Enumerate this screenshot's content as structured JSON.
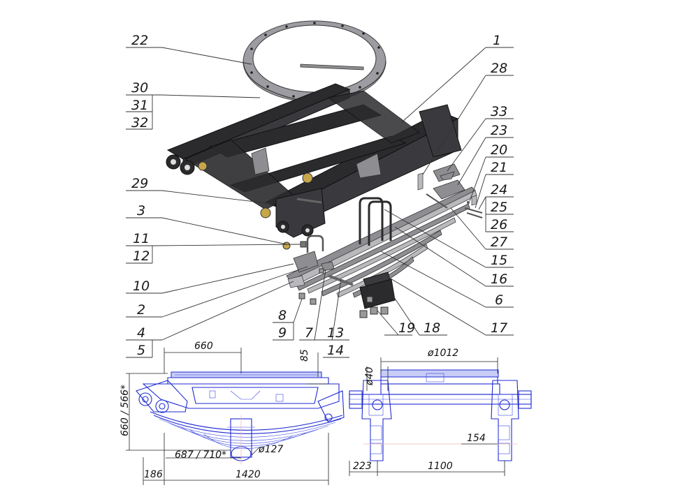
{
  "callouts": {
    "c1": "1",
    "c2": "2",
    "c3": "3",
    "c4": "4",
    "c5": "5",
    "c6": "6",
    "c7": "7",
    "c8": "8",
    "c9": "9",
    "c10": "10",
    "c11": "11",
    "c12": "12",
    "c13": "13",
    "c14": "14",
    "c15": "15",
    "c16": "16",
    "c17": "17",
    "c18": "18",
    "c19": "19",
    "c20": "20",
    "c21": "21",
    "c22": "22",
    "c23": "23",
    "c24": "24",
    "c25": "25",
    "c26": "26",
    "c27": "27",
    "c28": "28",
    "c29": "29",
    "c30": "30",
    "c31": "31",
    "c32": "32",
    "c33": "33"
  },
  "side_view_dims": {
    "top_length": "660",
    "height_offset": "85",
    "vertical_height": "660 / 566*",
    "spring_span": "687 / 710*",
    "axle_diameter": "ø127",
    "front_offset": "186",
    "overall_length": "1420"
  },
  "front_view_dims": {
    "ring_diameter": "ø1012",
    "pin_diameter": "ø40",
    "wheel_offset": "154",
    "side_offset": "223",
    "track_width": "1100"
  },
  "colors": {
    "frame": "#2b2b2e",
    "drawing_lines": "#1f2bd1",
    "callout_text": "#1a1a1a"
  }
}
